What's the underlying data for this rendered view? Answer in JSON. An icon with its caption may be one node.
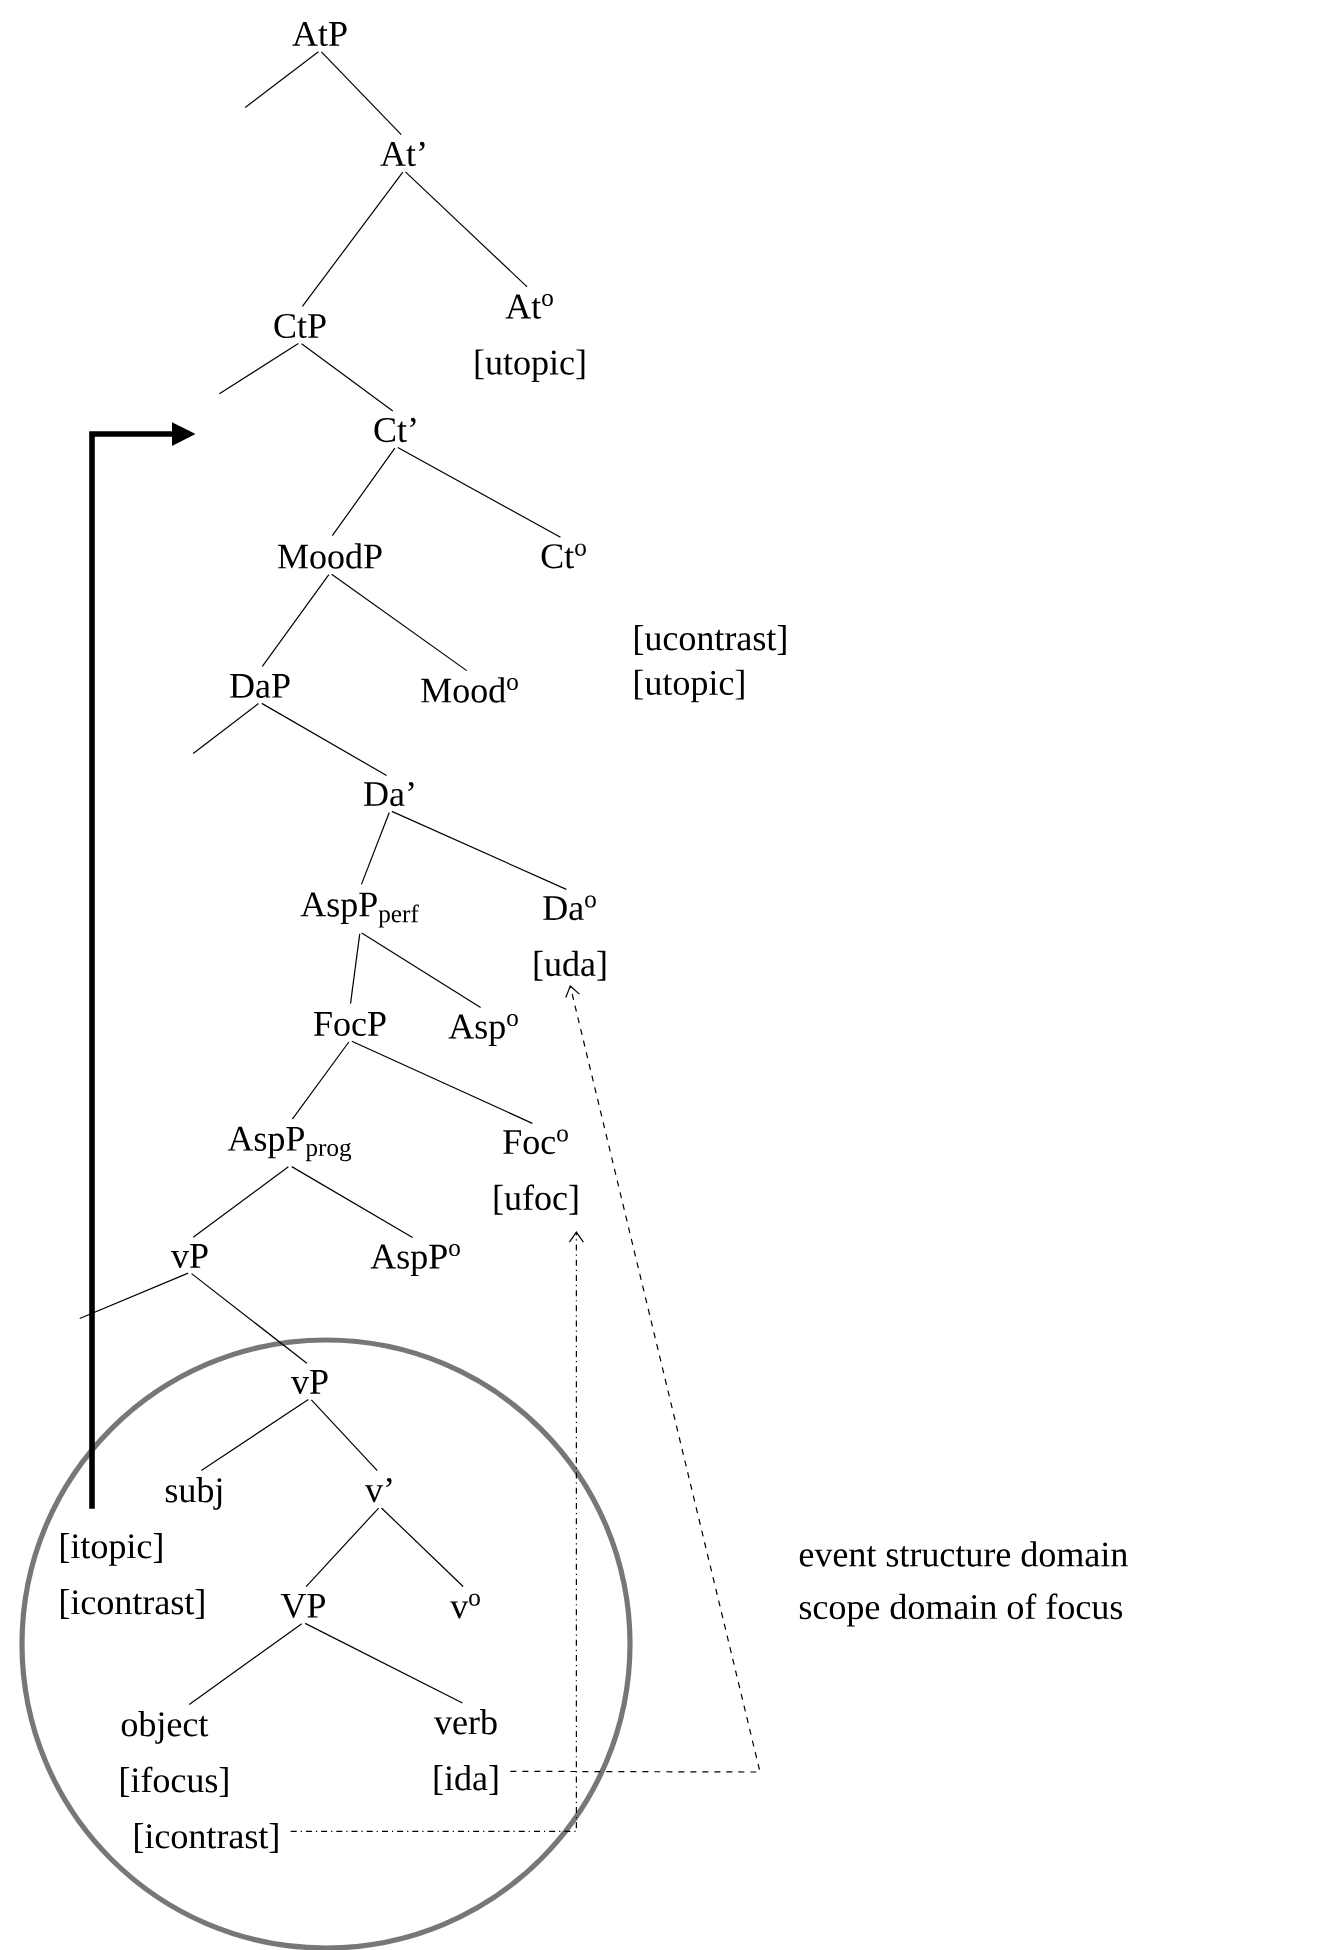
{
  "diagram": {
    "nodes": [
      {
        "text": [
          "AtP"
        ]
      },
      {
        "text": [
          "At’"
        ]
      },
      {
        "text": [
          "CtP"
        ]
      },
      {
        "text": [
          "At$^{o}$",
          "[utopic]"
        ]
      },
      {
        "text": [
          "Ct’"
        ]
      },
      {
        "text": [
          "MoodP"
        ]
      },
      {
        "text": [
          "Ct$^{o}$"
        ],
        "beside": [
          "[ucontrast]",
          "[utopic]"
        ]
      },
      {
        "text": [
          "DaP"
        ]
      },
      {
        "text": [
          "Mood$^{o}$"
        ]
      },
      {
        "text": [
          "Da’"
        ]
      },
      {
        "text": [
          "AspP$_{perf}$"
        ]
      },
      {
        "text": [
          "Da$^{o}$",
          "[uda]"
        ]
      },
      {
        "text": [
          "FocP"
        ]
      },
      {
        "text": [
          "Asp$^{o}$"
        ]
      },
      {
        "text": [
          "AspP$_{prog}$"
        ]
      },
      {
        "text": [
          "Foc$^{o}$",
          "[ufoc]"
        ]
      },
      {
        "text": [
          "vP"
        ]
      },
      {
        "text": [
          "AspP$^{o}$"
        ]
      },
      {
        "text": [],
        "shape": "circle"
      },
      {
        "text": [
          "vP"
        ],
        "in": 18
      },
      {
        "text": [
          "subj",
          "[itopic]",
          "[icontrast]"
        ],
        "in": 18
      },
      {
        "text": [
          "v’"
        ],
        "in": 18
      },
      {
        "text": [
          "VP"
        ],
        "in": 18
      },
      {
        "text": [
          "v$^{o}$"
        ],
        "in": 18
      },
      {
        "text": [
          "object",
          "[ifocus]",
          "[icontrast]"
        ],
        "in": 18
      },
      {
        "text": [
          "verb",
          "[ida]"
        ],
        "in": 18
      }
    ],
    "edges": [
      {
        "from": 0,
        "to": null,
        "arrow": "none"
      },
      {
        "from": 0,
        "to": 1,
        "arrow": "none"
      },
      {
        "from": 1,
        "to": 2,
        "arrow": "none"
      },
      {
        "from": 1,
        "to": 3,
        "arrow": "none"
      },
      {
        "from": 2,
        "to": null,
        "arrow": "none"
      },
      {
        "from": 2,
        "to": 4,
        "arrow": "none"
      },
      {
        "from": 4,
        "to": 5,
        "arrow": "none"
      },
      {
        "from": 4,
        "to": 6,
        "arrow": "none"
      },
      {
        "from": 5,
        "to": 7,
        "arrow": "none"
      },
      {
        "from": 5,
        "to": 8,
        "arrow": "none"
      },
      {
        "from": 7,
        "to": null,
        "arrow": "none"
      },
      {
        "from": 7,
        "to": 9,
        "arrow": "none"
      },
      {
        "from": 9,
        "to": 10,
        "arrow": "none"
      },
      {
        "from": 9,
        "to": 11,
        "arrow": "none"
      },
      {
        "from": 10,
        "to": 12,
        "arrow": "none"
      },
      {
        "from": 10,
        "to": 13,
        "arrow": "none"
      },
      {
        "from": 12,
        "to": 14,
        "arrow": "none"
      },
      {
        "from": 12,
        "to": 15,
        "arrow": "none"
      },
      {
        "from": 14,
        "to": 16,
        "arrow": "none"
      },
      {
        "from": 14,
        "to": 17,
        "arrow": "none"
      },
      {
        "from": 16,
        "to": null,
        "arrow": "none"
      },
      {
        "from": 16,
        "to": 19,
        "arrow": "none"
      },
      {
        "from": 19,
        "to": 20,
        "arrow": "none"
      },
      {
        "from": 19,
        "to": 21,
        "arrow": "none"
      },
      {
        "from": 21,
        "to": 22,
        "arrow": "none"
      },
      {
        "from": 21,
        "to": 23,
        "arrow": "none"
      },
      {
        "from": 22,
        "to": 24,
        "arrow": "none"
      },
      {
        "from": 22,
        "to": 25,
        "arrow": "none"
      },
      {
        "from": 20,
        "to": null,
        "arrow": "to",
        "style": "thick"
      },
      {
        "from": 25,
        "to": 11,
        "arrow": "to",
        "style": "dashed"
      },
      {
        "from": 24,
        "to": 15,
        "arrow": "to",
        "style": "dashed"
      }
    ],
    "labels": [
      "event structure domain",
      "scope domain of focus"
    ]
  }
}
